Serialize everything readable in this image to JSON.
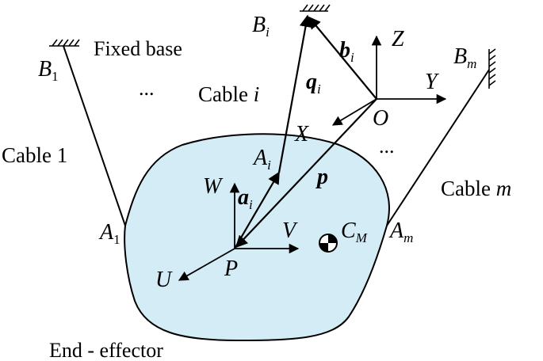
{
  "colors": {
    "effector_fill": "#d4ecf5",
    "line": "#000000",
    "background": "#ffffff"
  },
  "labels": {
    "fixed_base": "Fixed base",
    "end_effector": "End - effector",
    "cable_1": "Cable 1",
    "cable_i_word": "Cable",
    "cable_i_sym": "i",
    "cable_m_word": "Cable",
    "cable_m_sym": "m",
    "dots_top": "...",
    "dots_right": "...",
    "B1": "B",
    "B1_sub": "1",
    "Bi": "B",
    "Bi_sub": "i",
    "Bm": "B",
    "Bm_sub": "m",
    "A1": "A",
    "A1_sub": "1",
    "Ai": "A",
    "Ai_sub": "i",
    "Am": "A",
    "Am_sub": "m",
    "qi": "q",
    "qi_sub": "i",
    "bi": "b",
    "bi_sub": "i",
    "ai": "a",
    "ai_sub": "i",
    "p": "p",
    "O": "O",
    "X": "X",
    "Y": "Y",
    "Z": "Z",
    "U": "U",
    "V": "V",
    "W": "W",
    "P": "P",
    "CM": "C",
    "CM_sub": "M"
  }
}
